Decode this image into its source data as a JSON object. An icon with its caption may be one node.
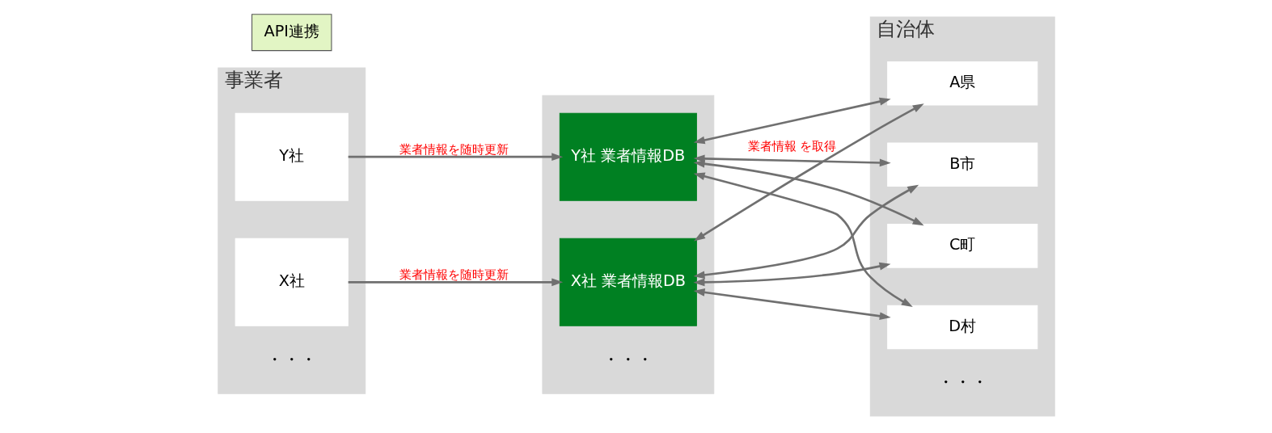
{
  "diagram": {
    "nodes": [
      {
        "text": [
          "事業者"
        ]
      },
      {
        "text": [
          "X社"
        ],
        "in": 0
      },
      {
        "text": [
          "Y社"
        ],
        "in": 0
      },
      {
        "text": [],
        "shape": "box"
      },
      {
        "text": [
          "X社 業者情報DB"
        ],
        "in": 3
      },
      {
        "text": [
          "Y社 業者情報DB"
        ],
        "in": 3
      },
      {
        "text": [
          "API連携"
        ]
      },
      {
        "text": [
          "自治体"
        ]
      },
      {
        "text": [
          "A県"
        ],
        "in": 7
      },
      {
        "text": [
          "B市"
        ],
        "in": 7
      },
      {
        "text": [
          "C町"
        ],
        "in": 7
      },
      {
        "text": [
          "D村"
        ],
        "in": 7
      }
    ],
    "edges": [
      {
        "from": 1,
        "to": 4,
        "arrow": "to",
        "label": "業者情報を随時更新"
      },
      {
        "from": 2,
        "to": 5,
        "arrow": "to",
        "label": "業者情報を随時更新"
      },
      {
        "from": 4,
        "to": 8,
        "arrow": "both",
        "label": "業者情報 を取得"
      },
      {
        "from": 4,
        "to": 9,
        "arrow": "both"
      },
      {
        "from": 4,
        "to": 10,
        "arrow": "both"
      },
      {
        "from": 4,
        "to": 11,
        "arrow": "both"
      },
      {
        "from": 5,
        "to": 8,
        "arrow": "both"
      },
      {
        "from": 5,
        "to": 9,
        "arrow": "both"
      },
      {
        "from": 5,
        "to": 10,
        "arrow": "both"
      },
      {
        "from": 5,
        "to": 11,
        "arrow": "both"
      }
    ],
    "labels": [
      "・・・",
      "・・・",
      "・・・"
    ]
  }
}
